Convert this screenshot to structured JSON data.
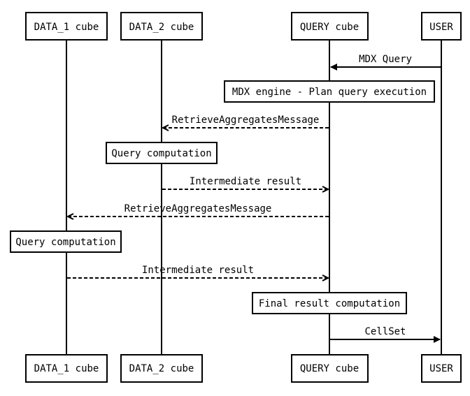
{
  "participants": {
    "data1": "DATA_1 cube",
    "data2": "DATA_2 cube",
    "query": "QUERY cube",
    "user": "USER"
  },
  "messages": {
    "mdx_query": "MDX Query",
    "retrieve_1": "RetrieveAggregatesMessage",
    "intermediate_1": "Intermediate result",
    "retrieve_2": "RetrieveAggregatesMessage",
    "intermediate_2": "Intermediate result",
    "cellset": "CellSet"
  },
  "activities": {
    "plan": "MDX engine - Plan query execution",
    "computation_2": "Query computation",
    "computation_1": "Query computation",
    "final": "Final result computation"
  }
}
